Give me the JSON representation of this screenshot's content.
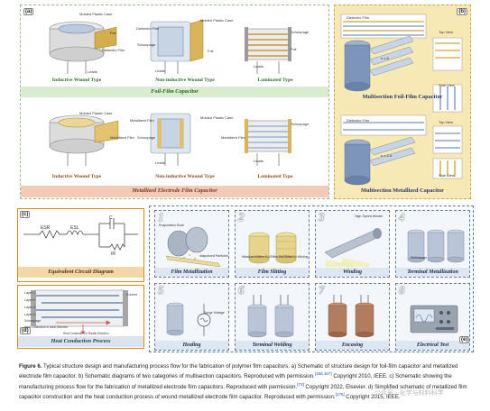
{
  "panel_a": {
    "letter": "(a)",
    "row1": {
      "types": [
        "Inductive Wound Type",
        "Non-inductive Wound Type",
        "Laminated Type"
      ],
      "band": "Foil-Film Capacitor"
    },
    "row2": {
      "types": [
        "Inductive Wound Type",
        "Non-inductive Wound Type",
        "Laminated Type"
      ],
      "band": "Metallized Electrode Film Capacitor"
    },
    "labels": {
      "molded_case": "Molded Plastic Case",
      "foil": "Foil",
      "dielectric_film": "Dielectric Film",
      "leads": "Leads",
      "schoopage": "Schoopage",
      "metallized_film": "Metallized Film"
    }
  },
  "panel_b": {
    "letter": "(b)",
    "top_title": "Multisection Foil-Film Capacitor",
    "bottom_title": "Multisection Metallized Capacitor",
    "dielectric_film": "Dielectric Film",
    "top_view": "Top View",
    "side_view": "Side View",
    "nxa": "n x A",
    "nx2a": "n x 2 A"
  },
  "panel_c": {
    "letter": "(c)",
    "title": "Equivalent Circuit Diagram",
    "esr": "ESR",
    "esl": "ESL",
    "c": "C",
    "ir": "IR"
  },
  "panel_d": {
    "letter": "(d)",
    "title": "Heat Conduction Process",
    "layers": [
      "Layer 1",
      "Layer 2",
      "Layer 3",
      "Layer 4"
    ],
    "schoopage": "Schoopage",
    "current_direction": "Current direction",
    "heat_axial": "Heat Conduction in Axial Direction",
    "heat_radial": "Heat Conduction in Radial Direction",
    "current": "Current"
  },
  "panel_e": {
    "letter": "(e)",
    "steps": [
      {
        "num": "1",
        "caption": "Film Metallization"
      },
      {
        "num": "2",
        "caption": "Film Slitting"
      },
      {
        "num": "3",
        "caption": "Winding"
      },
      {
        "num": "4",
        "caption": "Terminal Metallization"
      },
      {
        "num": "5",
        "caption": "Healing"
      },
      {
        "num": "6",
        "caption": "Terminal Welding"
      },
      {
        "num": "7",
        "caption": "Encasing"
      },
      {
        "num": "8",
        "caption": "Electrical Test"
      }
    ],
    "labels": {
      "evaporation_boat": "Evaporation Boat",
      "vaporized": "Vaporized Particles",
      "metalized_wide": "Metallized Mother Roll",
      "slitter": "Slitter Roll Slitted for Winding",
      "high_speed": "High Speed Winder",
      "schoopage": "Schoopage",
      "surge": "Surge Voltage"
    }
  },
  "caption": {
    "lead": "Figure 6.",
    "text": "Typical structure design and manufacturing process flow for the fabrication of polymer film capacitors. a) Schematic of structure design for foil-film capacitor and metallized electrode film capacitor. b) Schematic diagrams of two categories of multisection capacitors. Reproduced with permission.",
    "ref1": "[166,167]",
    "text2": " Copyright 2010, IEEE. c) Schematic showing the manufacturing process flow for the fabrication of metallized electrode film capacitors. Reproduced with permission.",
    "ref2": "[73]",
    "text3": " Copyright 2022, Elsevier. d) Simplified schematic of metallized film capacitor construction and the heat conduction process of wound metallized electrode film capacitor. Reproduced with permission.",
    "ref3": "[175]",
    "text4": " Copyright 2015, IEEE."
  },
  "watermark": "公众号 · 化学与材料科学",
  "colors": {
    "green_border": "#8aa87a",
    "green_band": "#d9ecd0",
    "salmon_band": "#f3c9b8",
    "yellow_panel": "#f7e9b5",
    "blue_panel": "#c9d7ea",
    "blue_caption": "#dde6f1"
  }
}
